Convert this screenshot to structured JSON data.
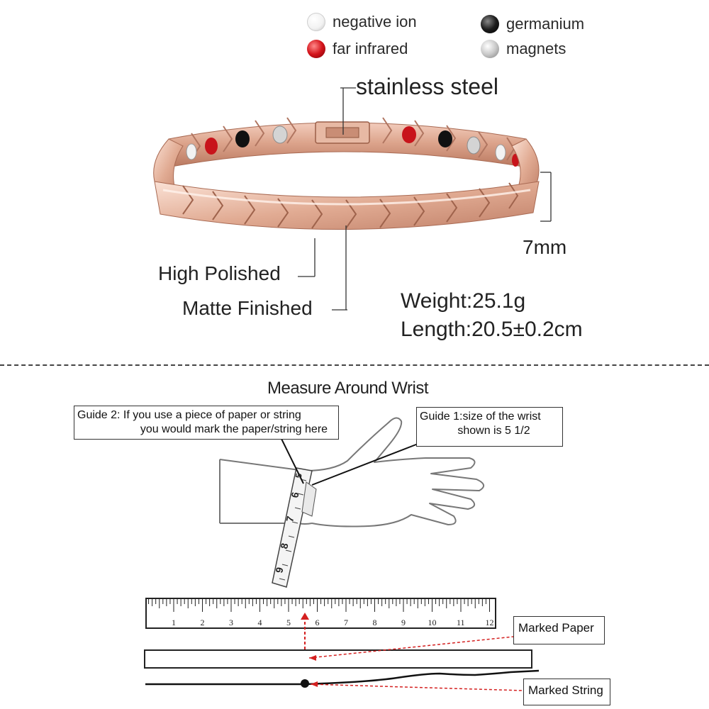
{
  "legend": {
    "items": [
      {
        "label": "negative ion",
        "icon": "white-stone-icon",
        "color": "#f4f4f4"
      },
      {
        "label": "far infrared",
        "icon": "red-stone-icon",
        "color": "#d4141b"
      },
      {
        "label": "germanium",
        "icon": "black-stone-icon",
        "color": "#111111"
      },
      {
        "label": "magnets",
        "icon": "silver-stone-icon",
        "color": "#c9c9c9"
      }
    ]
  },
  "product": {
    "material_label": "stainless steel",
    "width_label": "7mm",
    "finish_polished": "High Polished",
    "finish_matte": "Matte Finished",
    "weight": "Weight:25.1g",
    "length": "Length:20.5±0.2cm",
    "bracelet_color": "#d9a08a"
  },
  "measure": {
    "title": "Measure Around Wrist",
    "guide2": "Guide 2: If you use a piece of paper or string\n                    you would mark the paper/string here",
    "guide1": "Guide 1:size of the wrist\n            shown is 5 1/2",
    "tape_numbers": [
      "5",
      "6",
      "7",
      "8",
      "9"
    ],
    "ruler_numbers": [
      "1",
      "2",
      "3",
      "4",
      "5",
      "6",
      "7",
      "8",
      "9",
      "10",
      "11",
      "12"
    ],
    "marked_paper": "Marked Paper",
    "marked_string": "Marked String"
  }
}
